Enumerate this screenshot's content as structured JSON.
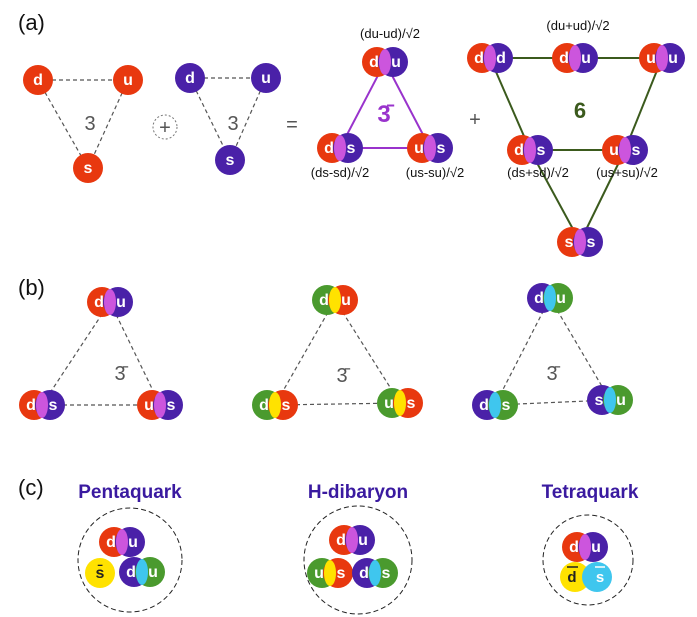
{
  "panels": {
    "a": "(a)",
    "b": "(b)",
    "c": "(c)"
  },
  "colors": {
    "red": "#e8380f",
    "purple": "#4a21a8",
    "green": "#4a9a2e",
    "yellow": "#ffe200",
    "cyan": "#3fc6ee",
    "overlap_pink": "#cc55dd",
    "triplet_line": "#9933cc",
    "sextet_line": "#3b5a1d"
  },
  "quarks": {
    "d": "d",
    "u": "u",
    "s": "s",
    "sbar": "s̄"
  },
  "section_a": {
    "rep_left": "3",
    "rep_right": "3",
    "plus": "+",
    "equals": "=",
    "plus2": "+",
    "antitriplet_rep": "3̄",
    "antitriplet_labels": {
      "top": "(du-ud)/√2",
      "left": "(ds-sd)/√2",
      "right": "(us-su)/√2"
    },
    "sextet_rep": "6",
    "sextet_labels": {
      "top": "(du+ud)/√2",
      "left": "(ds+sd)/√2",
      "right": "(us+su)/√2"
    }
  },
  "section_b": {
    "reps": [
      "3̄",
      "3̄",
      "3̄"
    ]
  },
  "section_c": {
    "titles": [
      "Pentaquark",
      "H-dibaryon",
      "Tetraquark"
    ]
  }
}
